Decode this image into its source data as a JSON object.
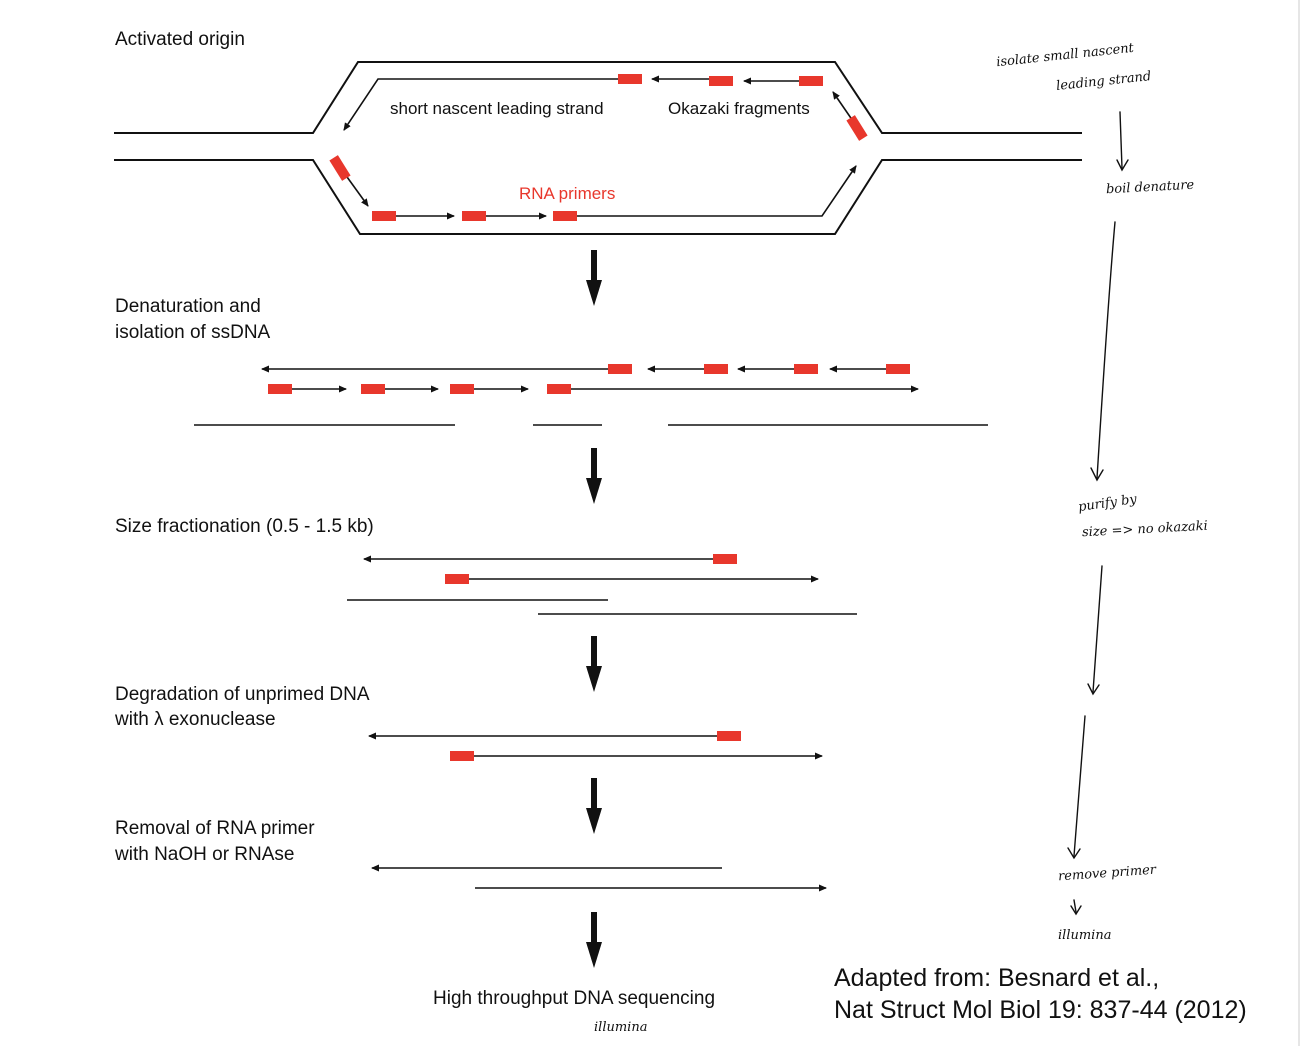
{
  "steps": {
    "origin": "Activated origin",
    "denature_line1": "Denaturation and",
    "denature_line2": "isolation of ssDNA",
    "size": "Size fractionation (0.5 - 1.5 kb)",
    "degrade_line1": "Degradation of unprimed DNA",
    "degrade_line2": "with λ exonuclease",
    "remove_line1": "Removal of RNA primer",
    "remove_line2": "with NaOH or RNAse",
    "sequencing": "High throughput DNA sequencing"
  },
  "fork_labels": {
    "leading": "short nascent leading strand",
    "okazaki": "Okazaki fragments",
    "primers": "RNA primers"
  },
  "citation": {
    "line1": "Adapted from: Besnard et al.,",
    "line2": "Nat Struct Mol Biol 19: 837-44 (2012)"
  },
  "handwritten": {
    "note1_line1": "isolate small nascent",
    "note1_line2": "leading strand",
    "note2": "boil denature",
    "note3_line1": "purify by",
    "note3_line2": "size => no okazaki",
    "note4": "remove primer",
    "note5": "illumina",
    "note6": "illumina"
  },
  "colors": {
    "primer": "#e8372c",
    "line": "#111111"
  }
}
